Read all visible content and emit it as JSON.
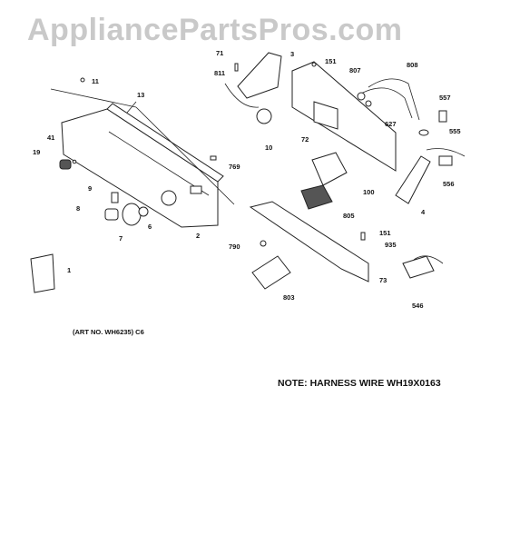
{
  "watermark": "AppliancePartsPros.com",
  "art_number": "(ART NO. WH6235) C6",
  "note": "NOTE: HARNESS WIRE WH19X0163",
  "labels": {
    "p11": "11",
    "p13": "13",
    "p41": "41",
    "p19": "19",
    "p9": "9",
    "p8": "8",
    "p6": "6",
    "p7": "7",
    "p2": "2",
    "p1": "1",
    "p71": "71",
    "p3": "3",
    "p811": "811",
    "p10": "10",
    "p769": "769",
    "p151a": "151",
    "p807": "807",
    "p808": "808",
    "p72": "72",
    "p627": "627",
    "p557": "557",
    "p555": "555",
    "p556": "556",
    "p100": "100",
    "p4": "4",
    "p805": "805",
    "p790": "790",
    "p151b": "151",
    "p935": "935",
    "p73": "73",
    "p546": "546",
    "p803": "803"
  }
}
